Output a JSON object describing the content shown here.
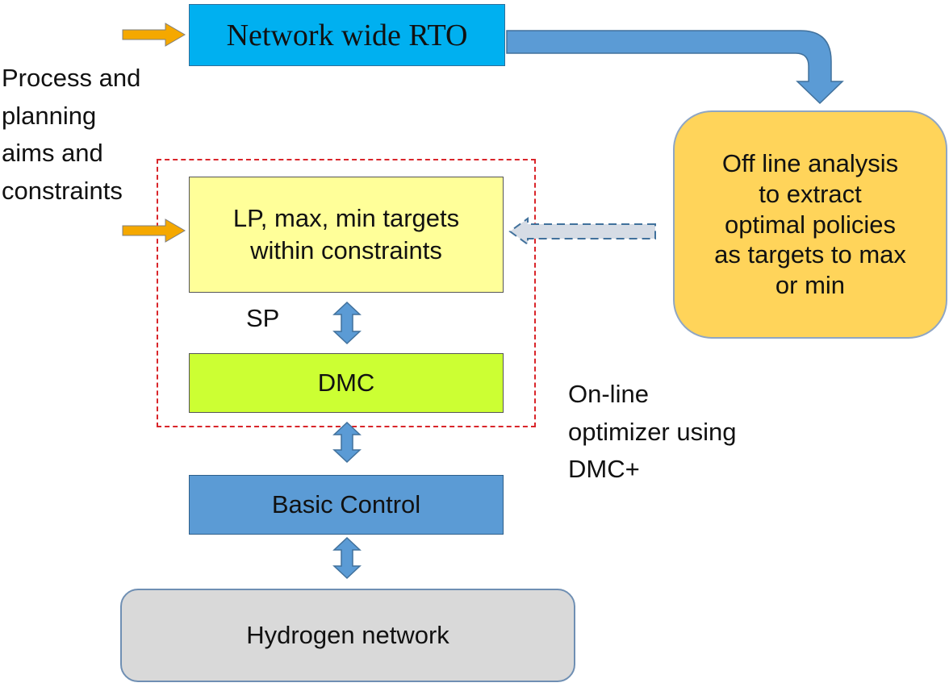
{
  "boxes": {
    "rto": "Network wide RTO",
    "offline_lines": [
      "Off line analysis",
      "to extract",
      "optimal policies",
      "as targets to max",
      "or min"
    ],
    "lp_lines": [
      "LP, max, min targets",
      "within constraints"
    ],
    "dmc": "DMC",
    "basic_control": "Basic Control",
    "hydrogen_network": "Hydrogen network"
  },
  "labels": {
    "process_lines": [
      "Process and",
      "planning",
      "aims and",
      "constraints"
    ],
    "sp": "SP",
    "online_lines": [
      "On-line",
      "optimizer using",
      "DMC+"
    ]
  },
  "colors": {
    "rto_fill": "#00b0f0",
    "offline_fill": "#ffd45a",
    "lp_fill": "#ffff99",
    "dmc_fill": "#ccff33",
    "basic_fill": "#5b9bd5",
    "hydrogen_fill": "#d9d9d9",
    "input_arrow": "#f5a800",
    "flow_arrow": "#5b9bd5",
    "dashed_frame": "#d9252a"
  }
}
